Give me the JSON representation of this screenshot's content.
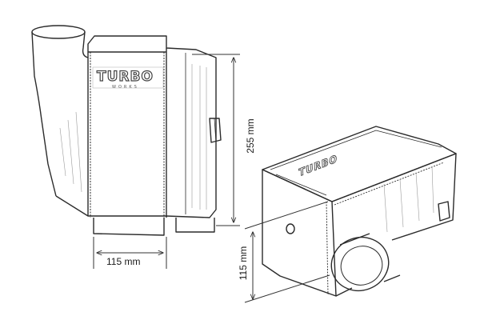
{
  "diagram": {
    "dimensions": {
      "height": "255 mm",
      "width": "115 mm",
      "outlet_height": "115 mm"
    },
    "logo": {
      "main": "TURBO",
      "sub": "WORKS"
    }
  },
  "colors": {
    "line": "#2b2b2b",
    "dim_line": "#333333",
    "background": "#ffffff"
  }
}
